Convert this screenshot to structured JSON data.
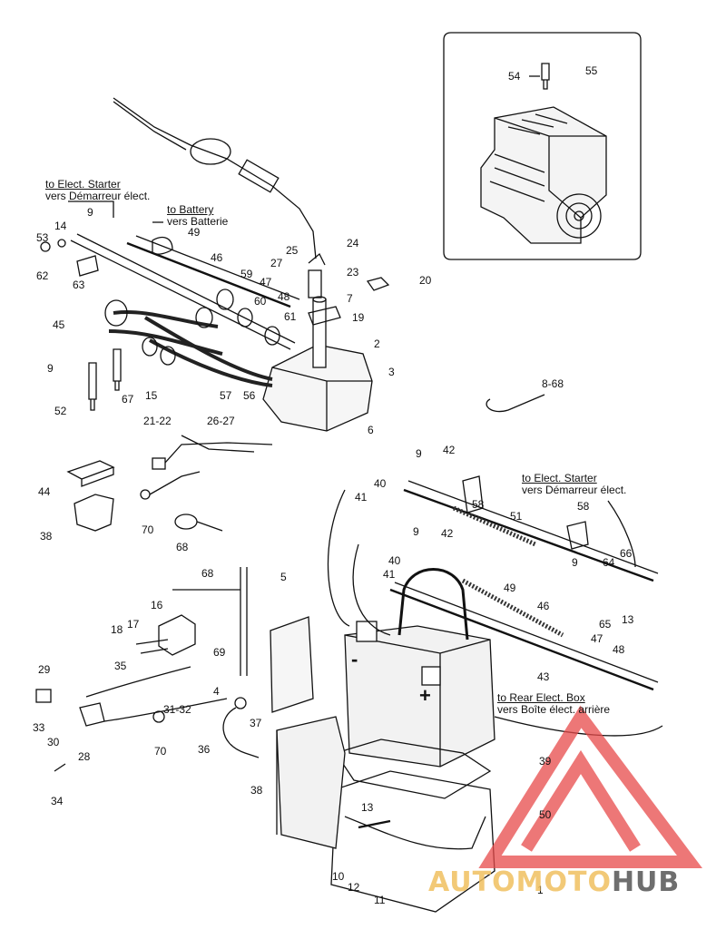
{
  "notes": {
    "starter_top": {
      "en": "to Elect. Starter",
      "fr": "vers Démarreur élect."
    },
    "battery": {
      "en": "to Battery",
      "fr": "vers Batterie"
    },
    "starter_right": {
      "en": "to Elect. Starter",
      "fr": "vers Démarreur élect."
    },
    "rear_box": {
      "en": "to Rear Elect. Box",
      "fr": "vers Boîte élect. arrière"
    }
  },
  "callouts": [
    "54",
    "55",
    "24",
    "23",
    "20",
    "25",
    "27",
    "7",
    "19",
    "2",
    "3",
    "14",
    "9",
    "53",
    "62",
    "49",
    "46",
    "59",
    "47",
    "48",
    "60",
    "61",
    "63",
    "45",
    "9",
    "52",
    "67",
    "15",
    "57",
    "56",
    "8-68",
    "21-22",
    "26-27",
    "6",
    "9",
    "42",
    "58",
    "44",
    "38",
    "70",
    "68",
    "40",
    "41",
    "51",
    "9",
    "42",
    "40",
    "41",
    "49",
    "58",
    "9",
    "64",
    "66",
    "65",
    "13",
    "46",
    "47",
    "48",
    "43",
    "16",
    "68",
    "5",
    "18",
    "17",
    "69",
    "35",
    "29",
    "4",
    "33",
    "30",
    "31-32",
    "28",
    "37",
    "36",
    "70",
    "34",
    "38",
    "39",
    "50",
    "13",
    "10",
    "12",
    "11",
    "1"
  ],
  "polarity": {
    "neg": "-",
    "pos": "+"
  },
  "watermark": {
    "part1": "AUTO",
    "part2": "MOTO",
    "part3": "HUB"
  },
  "colors": {
    "line": "#111111",
    "watermark_red": "#e84a4a",
    "watermark_gold": "#f0c060",
    "watermark_gray": "#6e6e6e"
  }
}
